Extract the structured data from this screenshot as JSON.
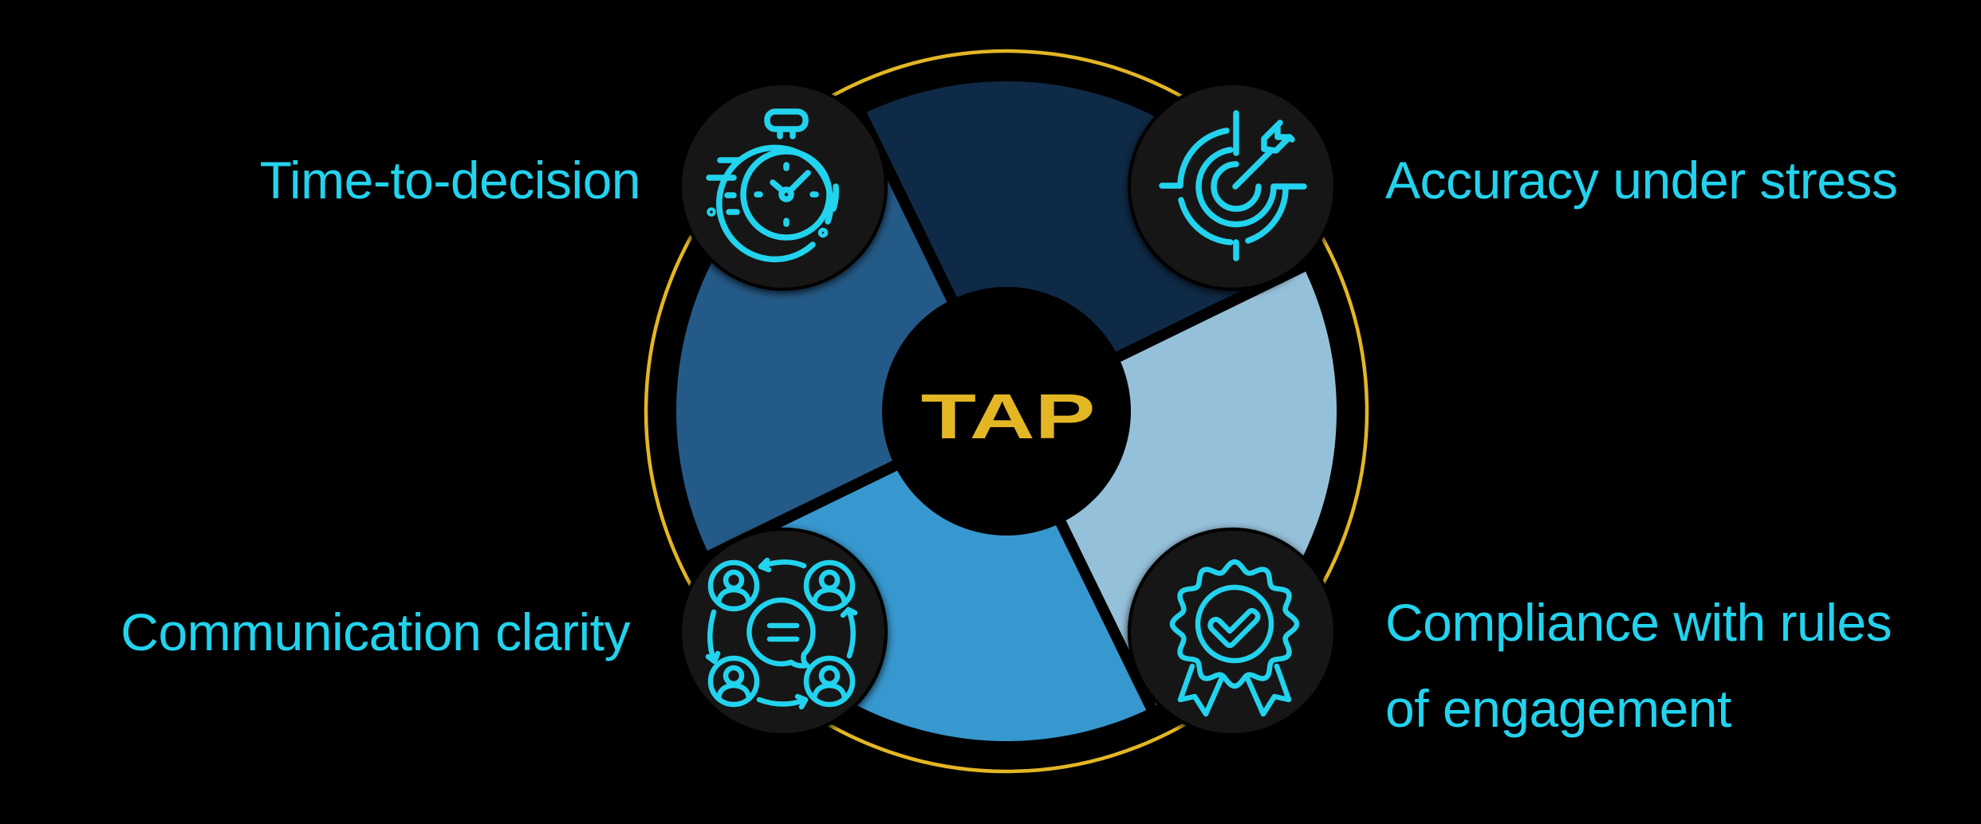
{
  "center": {
    "title": "TAP"
  },
  "segments": [
    {
      "name": "time-to-decision",
      "label": "Time-to-decision",
      "color": "#0f2a47",
      "icon": "stopwatch-icon"
    },
    {
      "name": "accuracy-under-stress",
      "label": "Accuracy under stress",
      "color": "#95c0d9",
      "icon": "target-arrow-icon"
    },
    {
      "name": "compliance",
      "label_line1": "Compliance with rules",
      "label_line2": "of engagement",
      "color": "#3798cf",
      "icon": "award-badge-icon"
    },
    {
      "name": "communication-clarity",
      "label": "Communication clarity",
      "color": "#245a87",
      "icon": "team-communication-icon"
    }
  ],
  "colors": {
    "accent": "#22d3ee",
    "ring": "#e3b624",
    "title": "#e3b624",
    "icon_bg": "#131313",
    "background": "#000000"
  }
}
